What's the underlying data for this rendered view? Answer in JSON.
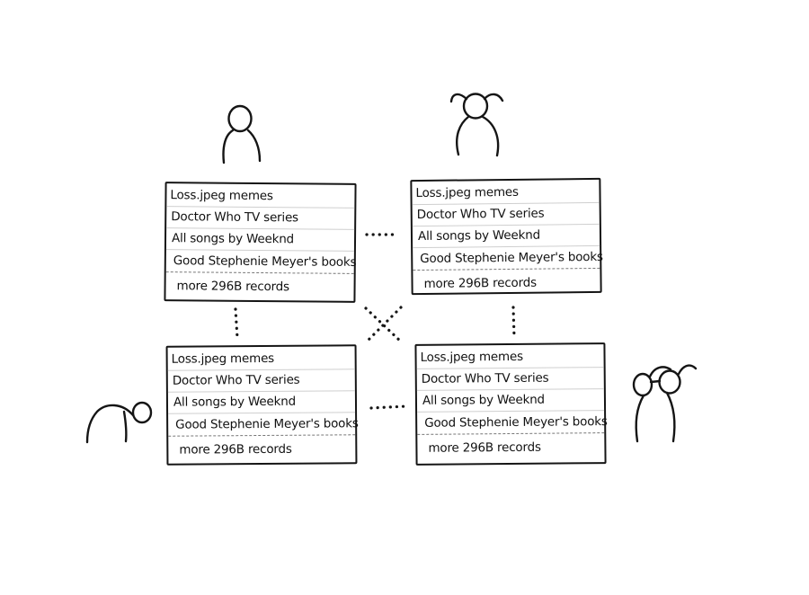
{
  "nodes": [
    {
      "records": [
        "Loss.jpeg memes",
        "Doctor Who TV series",
        "All songs by Weeknd",
        "Good Stephenie Meyer's books"
      ],
      "more": "more 296B records",
      "user": "standing-person-icon"
    },
    {
      "records": [
        "Loss.jpeg memes",
        "Doctor Who TV series",
        "All songs by Weeknd",
        "Good Stephenie Meyer's books"
      ],
      "more": "more 296B records",
      "user": "pigtails-person-icon"
    },
    {
      "records": [
        "Loss.jpeg memes",
        "Doctor Who TV series",
        "All songs by Weeknd",
        "Good Stephenie Meyer's books"
      ],
      "more": "more 296B records",
      "user": "crouching-person-icon"
    },
    {
      "records": [
        "Loss.jpeg memes",
        "Doctor Who TV series",
        "All songs by Weeknd",
        "Good Stephenie Meyer's books"
      ],
      "more": "more 296B records",
      "user": "glasses-person-icon"
    }
  ],
  "colors": {
    "ink": "#151515",
    "rule": "#cfcfcf",
    "background": "#ffffff"
  }
}
